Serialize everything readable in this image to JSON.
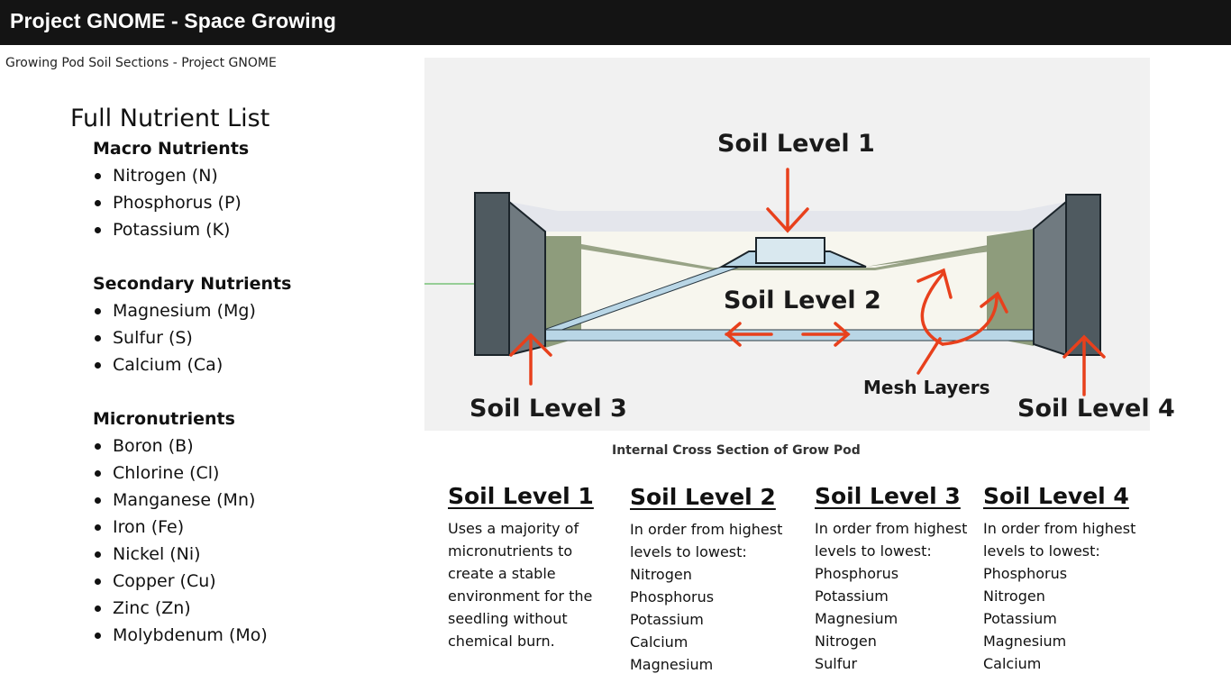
{
  "header": {
    "title": "Project GNOME - Space Growing"
  },
  "subtitle": "Growing Pod Soil Sections - Project GNOME",
  "nutrients": {
    "heading": "Full Nutrient List",
    "groups": [
      {
        "title": "Macro Nutrients",
        "items": [
          "Nitrogen (N)",
          "Phosphorus (P)",
          "Potassium (K)"
        ]
      },
      {
        "title": "Secondary Nutrients",
        "items": [
          "Magnesium (Mg)",
          "Sulfur (S)",
          "Calcium (Ca)"
        ]
      },
      {
        "title": "Micronutrients",
        "items": [
          "Boron (B)",
          "Chlorine (Cl)",
          "Manganese (Mn)",
          "Iron (Fe)",
          "Nickel (Ni)",
          "Copper (Cu)",
          "Zinc (Zn)",
          "Molybdenum (Mo)"
        ]
      }
    ]
  },
  "diagram": {
    "labels": {
      "soil1": "Soil Level 1",
      "soil2": "Soil Level 2",
      "soil3": "Soil Level 3",
      "soil4": "Soil Level 4",
      "mesh": "Mesh Layers"
    },
    "caption": "Internal Cross Section of Grow Pod",
    "colors": {
      "arrow": "#e8401c",
      "frame": "#4f5a60",
      "soil_green": "#8f9a7e",
      "mesh_blue": "#b9d6e6"
    }
  },
  "soil_levels": [
    {
      "title": "Soil Level 1",
      "lines": [
        "Uses a majority of",
        "micronutrients to",
        "create a stable",
        "environment for the",
        "seedling without",
        "chemical burn."
      ]
    },
    {
      "title": "Soil Level 2",
      "lines": [
        "In order from highest",
        "levels to lowest:",
        "Nitrogen",
        "Phosphorus",
        "Potassium",
        "Calcium",
        "Magnesium"
      ]
    },
    {
      "title": "Soil Level 3",
      "lines": [
        "In order from highest",
        "levels to lowest:",
        "Phosphorus",
        "Potassium",
        "Magnesium",
        "Nitrogen",
        "Sulfur"
      ]
    },
    {
      "title": "Soil Level 4",
      "lines": [
        "In order from highest",
        "levels to lowest:",
        "Phosphorus",
        "Nitrogen",
        "Potassium",
        "Magnesium",
        "Calcium"
      ]
    }
  ]
}
